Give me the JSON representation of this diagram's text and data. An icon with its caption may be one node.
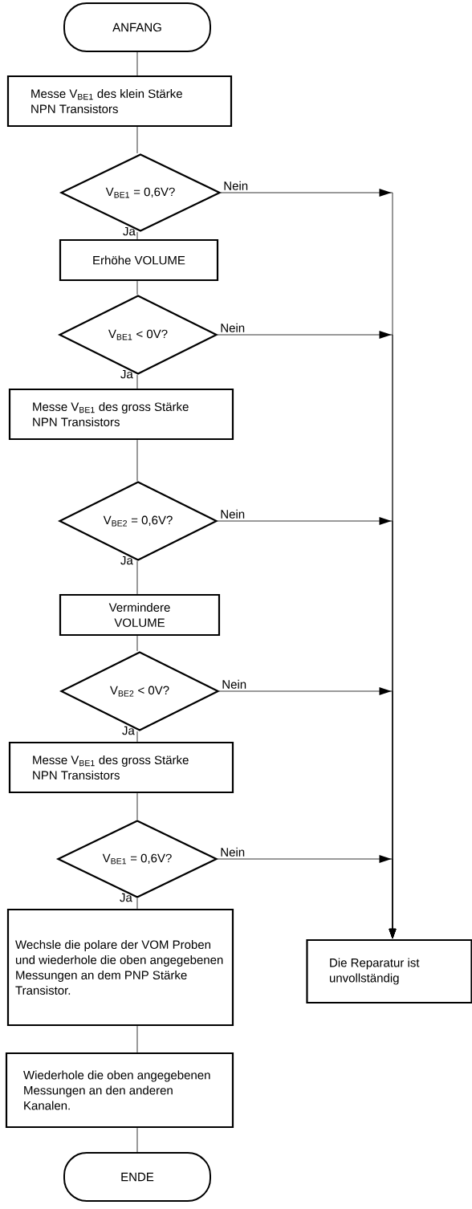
{
  "diagram": {
    "nodes": [
      {
        "text": [
          "ANFANG"
        ]
      },
      {
        "text": [
          "Messe V$_{BE1}$ des klein Stärke NPN Transistors"
        ]
      },
      {
        "text": [
          "V$_{BE1}$ = 0,6V?"
        ]
      },
      {
        "text": [
          "Erhöhe VOLUME"
        ]
      },
      {
        "text": [
          "V$_{BE1}$ < 0V?"
        ]
      },
      {
        "text": [
          "Messe V$_{BE1}$ des gross Stärke NPN Transistors"
        ]
      },
      {
        "text": [
          "V$_{BE2}$ = 0,6V?"
        ]
      },
      {
        "text": [
          "Vermindere VOLUME"
        ]
      },
      {
        "text": [
          "V$_{BE2}$ < 0V?"
        ]
      },
      {
        "text": [
          "Messe V$_{BE1}$ des gross Stärke NPN Transistors"
        ]
      },
      {
        "text": [
          "V$_{BE1}$ = 0,6V?"
        ]
      },
      {
        "text": [
          "Wechsle die polare der VOM Proben und wiederhole die oben angegebenen Messungen an dem PNP Stärke Transistor."
        ]
      },
      {
        "text": [
          "Wiederhole die oben angegebenen Messungen an den anderen Kanalen."
        ]
      },
      {
        "text": [
          "ENDE"
        ]
      },
      {
        "text": [
          "Die Reparatur ist unvollständig"
        ]
      }
    ],
    "edges": [
      {
        "from": 0,
        "to": 1,
        "arrow": "none"
      },
      {
        "from": 1,
        "to": 2,
        "arrow": "none"
      },
      {
        "from": 2,
        "to": 3,
        "arrow": "none",
        "label": "Ja"
      },
      {
        "from": 3,
        "to": 4,
        "arrow": "none"
      },
      {
        "from": 4,
        "to": 5,
        "arrow": "none",
        "label": "Ja"
      },
      {
        "from": 5,
        "to": 6,
        "arrow": "none"
      },
      {
        "from": 6,
        "to": 7,
        "arrow": "none",
        "label": "Ja"
      },
      {
        "from": 7,
        "to": 8,
        "arrow": "none"
      },
      {
        "from": 8,
        "to": 9,
        "arrow": "none",
        "label": "Ja"
      },
      {
        "from": 9,
        "to": 10,
        "arrow": "none"
      },
      {
        "from": 10,
        "to": 11,
        "arrow": "none",
        "label": "Ja"
      },
      {
        "from": 11,
        "to": 12,
        "arrow": "none"
      },
      {
        "from": 12,
        "to": 13,
        "arrow": "none"
      },
      {
        "from": 2,
        "to": 14,
        "arrow": "to",
        "label": "Nein"
      },
      {
        "from": 4,
        "to": 14,
        "arrow": "to",
        "label": "Nein"
      },
      {
        "from": 6,
        "to": 14,
        "arrow": "to",
        "label": "Nein"
      },
      {
        "from": 8,
        "to": 14,
        "arrow": "to",
        "label": "Nein"
      },
      {
        "from": 10,
        "to": 14,
        "arrow": "to",
        "label": "Nein"
      }
    ]
  }
}
